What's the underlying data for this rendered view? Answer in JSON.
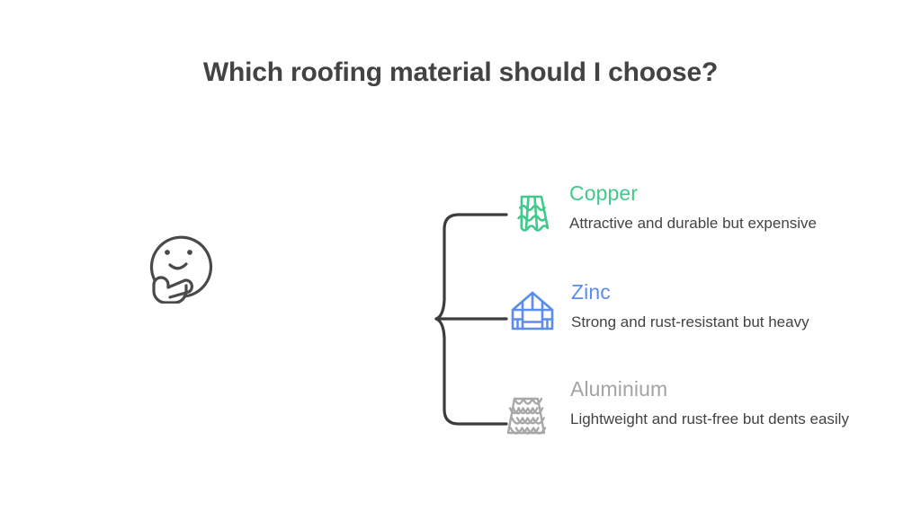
{
  "slide": {
    "title": "Which roofing material should I choose?",
    "background_color": "#ffffff",
    "title_color": "#434343"
  },
  "illustration": {
    "name": "thinking-face",
    "stroke_color": "#4a4a4a",
    "description": "Line-art thinking face with hand on chin"
  },
  "connector": {
    "name": "mind-map-bracket",
    "trunk_color_start": "#9a9a9a",
    "trunk_color_end": "#3c3c3c",
    "branch_color": "#3c3c3c"
  },
  "branches": [
    {
      "id": "copper",
      "icon": "roof-tiles-icon",
      "title": "Copper",
      "title_color": "#41c98b",
      "description": "Attractive and durable but expensive",
      "description_color": "#434343"
    },
    {
      "id": "zinc",
      "icon": "house-frame-icon",
      "title": "Zinc",
      "title_color": "#5b8dee",
      "description": "Strong and rust-resistant but heavy",
      "description_color": "#434343"
    },
    {
      "id": "aluminium",
      "icon": "fish-scale-shingles-icon",
      "title": "Aluminium",
      "title_color": "#a3a3a3",
      "description": "Lightweight and rust-free but dents easily",
      "description_color": "#434343"
    }
  ]
}
